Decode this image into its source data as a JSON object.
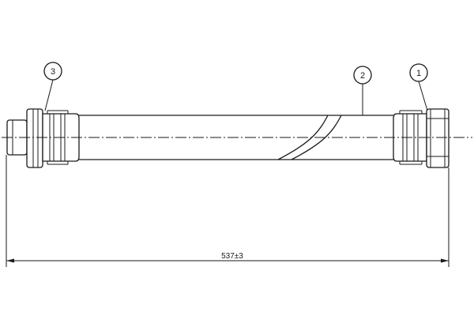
{
  "callouts": [
    {
      "id": "callout-1",
      "label": "1"
    },
    {
      "id": "callout-2",
      "label": "2"
    },
    {
      "id": "callout-3",
      "label": "3"
    }
  ],
  "dimension": {
    "length_label": "537±3"
  }
}
